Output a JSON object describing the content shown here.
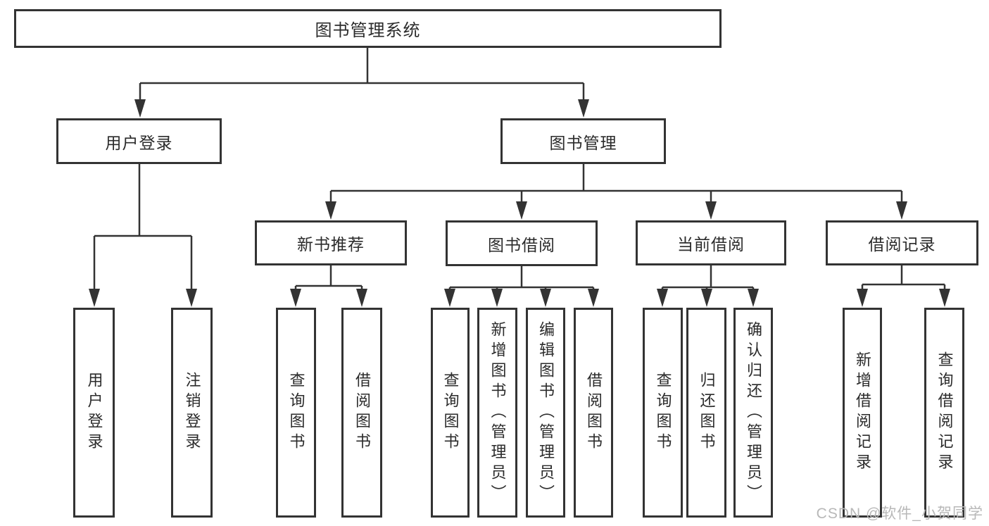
{
  "diagram": {
    "root": {
      "label": "图书管理系统"
    },
    "branches": [
      {
        "label": "用户登录",
        "children": [
          {
            "label": "用户登录"
          },
          {
            "label": "注销登录"
          }
        ]
      },
      {
        "label": "图书管理",
        "children": [
          {
            "label": "新书推荐",
            "children": [
              {
                "label": "查询图书"
              },
              {
                "label": "借阅图书"
              }
            ]
          },
          {
            "label": "图书借阅",
            "children": [
              {
                "label": "查询图书"
              },
              {
                "label": "新增图书（管理员）"
              },
              {
                "label": "编辑图书（管理员）"
              },
              {
                "label": "借阅图书"
              }
            ]
          },
          {
            "label": "当前借阅",
            "children": [
              {
                "label": "查询图书"
              },
              {
                "label": "归还图书"
              },
              {
                "label": "确认归还（管理员）"
              }
            ]
          },
          {
            "label": "借阅记录",
            "children": [
              {
                "label": "新增借阅记录"
              },
              {
                "label": "查询借阅记录"
              }
            ]
          }
        ]
      }
    ]
  },
  "watermark": {
    "text": "CSDN @软件_小贺同学"
  },
  "colors": {
    "line": "#333333",
    "box_border": "#333333",
    "text": "#2b2b2b",
    "watermark": "#b8b8b8",
    "background": "#ffffff"
  }
}
